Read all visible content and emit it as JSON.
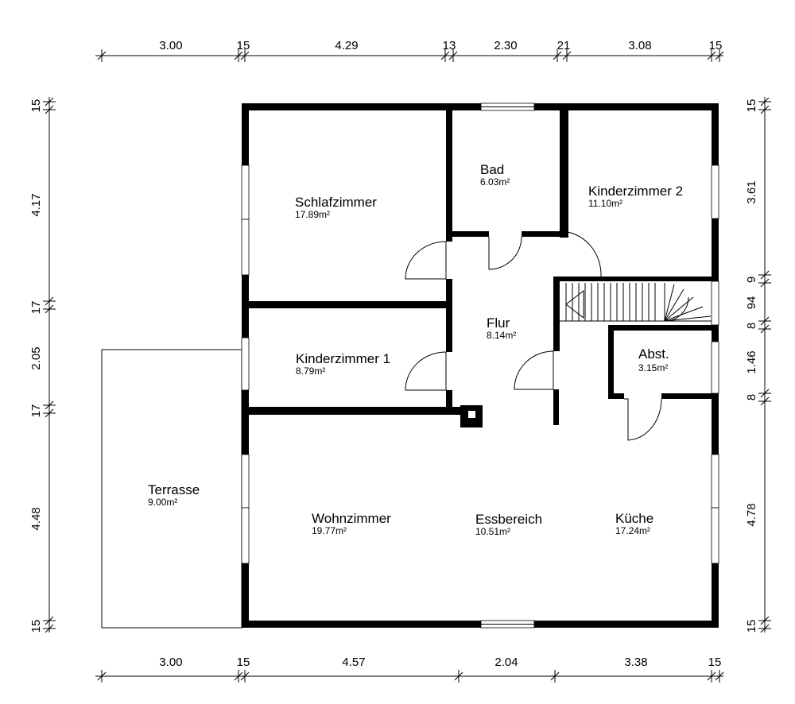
{
  "dimensions": {
    "top": [
      "3.00",
      "15",
      "4.29",
      "13",
      "2.30",
      "21",
      "3.08",
      "15"
    ],
    "bottom": [
      "3.00",
      "15",
      "4.57",
      "2.04",
      "3.38",
      "15"
    ],
    "left": [
      "15",
      "4.17",
      "17",
      "2.05",
      "17",
      "4.48",
      "15"
    ],
    "right": [
      "15",
      "3.61",
      "9",
      "94",
      "8",
      "1.46",
      "8",
      "4.78",
      "15"
    ]
  },
  "rooms": {
    "schlafzimmer": {
      "name": "Schlafzimmer",
      "area": "17.89m²"
    },
    "bad": {
      "name": "Bad",
      "area": "6.03m²"
    },
    "kinderzimmer2": {
      "name": "Kinderzimmer 2",
      "area": "11.10m²"
    },
    "kinderzimmer1": {
      "name": "Kinderzimmer 1",
      "area": "8.79m²"
    },
    "flur": {
      "name": "Flur",
      "area": "8.14m²"
    },
    "abst": {
      "name": "Abst.",
      "area": "3.15m²"
    },
    "terrasse": {
      "name": "Terrasse",
      "area": "9.00m²"
    },
    "wohnzimmer": {
      "name": "Wohnzimmer",
      "area": "19.77m²"
    },
    "essbereich": {
      "name": "Essbereich",
      "area": "10.51m²"
    },
    "kueche": {
      "name": "Küche",
      "area": "17.24m²"
    }
  }
}
